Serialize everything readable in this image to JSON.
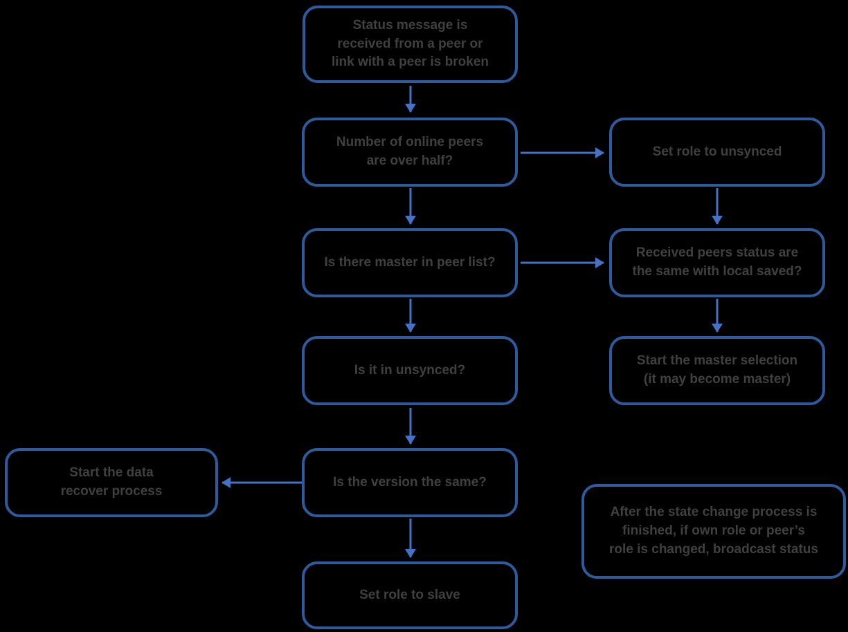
{
  "colors": {
    "background": "#000000",
    "box_border": "#2e5b9e",
    "arrow": "#4472c4",
    "text": "#404040"
  },
  "nodes": {
    "status_message": {
      "label": "Status message is\nreceived from a peer or\nlink with a peer is broken"
    },
    "online_peers": {
      "label": "Number of online peers\nare over half?"
    },
    "set_role_unsynced": {
      "label": "Set role to unsynced"
    },
    "master_in_list": {
      "label": "Is there master in peer list?"
    },
    "received_status": {
      "label": "Received peers status are\nthe same with local saved?"
    },
    "in_unsynced": {
      "label": "Is it in unsynced?"
    },
    "master_selection": {
      "label": "Start the master selection\n(it may become master)"
    },
    "data_recover": {
      "label": "Start the data\nrecover process"
    },
    "version_same": {
      "label": "Is the version the same?"
    },
    "broadcast_note": {
      "label": "After the state change process is\nfinished, if own role or peer’s\nrole is changed, broadcast status"
    },
    "set_role_slave": {
      "label": "Set role to slave"
    }
  }
}
